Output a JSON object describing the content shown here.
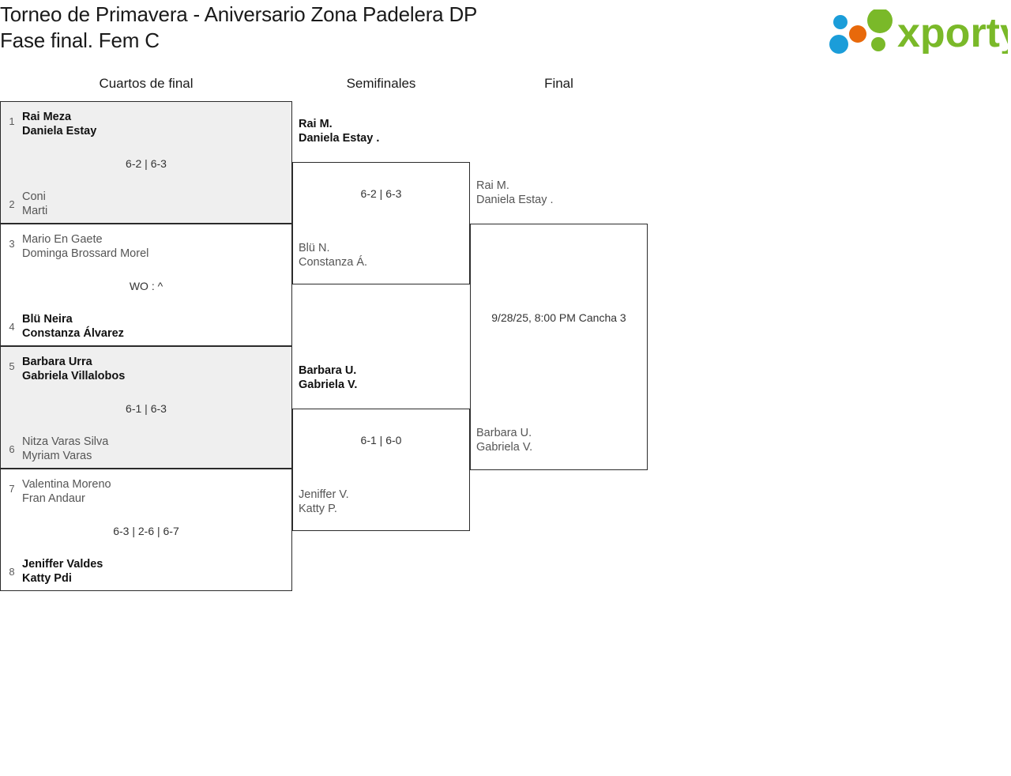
{
  "header": {
    "title": "Torneo de Primavera - Aniversario Zona Padelera DP\nFase final. Fem C",
    "logo_text": "xporty",
    "logo_colors": {
      "green": "#7ab929",
      "blue": "#1b9dd9",
      "orange": "#e8690b"
    }
  },
  "rounds": [
    {
      "label": "Cuartos de final"
    },
    {
      "label": "Semifinales"
    },
    {
      "label": "Final"
    }
  ],
  "matches": {
    "qf": [
      {
        "shaded": true,
        "top": {
          "seed": "1",
          "players": "Rai Meza\nDaniela Estay",
          "result": "win"
        },
        "bottom": {
          "seed": "2",
          "players": "Coni\nMarti",
          "result": "lose"
        },
        "score": "6-2 | 6-3"
      },
      {
        "shaded": false,
        "top": {
          "seed": "3",
          "players": "Mario En Gaete\nDominga Brossard Morel",
          "result": "lose"
        },
        "bottom": {
          "seed": "4",
          "players": "Blü Neira\nConstanza Álvarez",
          "result": "win"
        },
        "score": "WO : ^"
      },
      {
        "shaded": true,
        "top": {
          "seed": "5",
          "players": "Barbara Urra\nGabriela Villalobos",
          "result": "win"
        },
        "bottom": {
          "seed": "6",
          "players": "Nitza Varas Silva\nMyriam Varas",
          "result": "lose"
        },
        "score": "6-1 | 6-3"
      },
      {
        "shaded": false,
        "top": {
          "seed": "7",
          "players": "Valentina Moreno\nFran Andaur",
          "result": "lose"
        },
        "bottom": {
          "seed": "8",
          "players": "Jeniffer Valdes\nKatty Pdi",
          "result": "win"
        },
        "score": "6-3 | 2-6 | 6-7"
      }
    ],
    "sf": [
      {
        "top": {
          "players": "Rai M.\nDaniela Estay .",
          "result": "win"
        },
        "bottom": {
          "players": "Blü N.\nConstanza Á.",
          "result": "lose"
        },
        "score": "6-2 | 6-3"
      },
      {
        "top": {
          "players": "Barbara U.\nGabriela V.",
          "result": "win"
        },
        "bottom": {
          "players": "Jeniffer V.\nKatty P.",
          "result": "lose"
        },
        "score": "6-1 | 6-0"
      }
    ],
    "final": [
      {
        "top": {
          "players": "Rai M.\nDaniela Estay .",
          "result": "lose"
        },
        "bottom": {
          "players": "Barbara U.\nGabriela V.",
          "result": "lose"
        },
        "score": "9/28/25, 8:00 PM Cancha 3"
      }
    ]
  }
}
